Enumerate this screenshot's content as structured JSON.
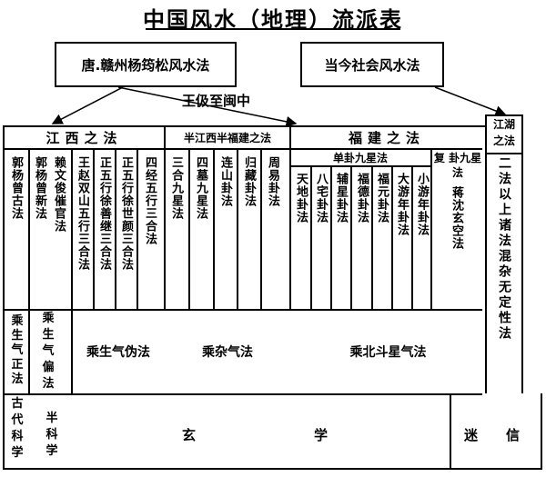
{
  "title": "中国风水（地理）流派表",
  "top_boxes": {
    "tang": "唐.赣州杨筠松风水法",
    "modern": "当今社会风水法"
  },
  "arrow_label": "王伋至闽中",
  "schools": {
    "jiangxi": "江西之法",
    "half": "半江西半福建之法",
    "fujian": "福建之法",
    "jianghu": "江湖之法",
    "danggua": "单卦九星法",
    "fugua": "复 卦九星法"
  },
  "methods": {
    "guopu_old": "郭杨曾古法",
    "guopu_new": "郭杨曾新法",
    "lai": "赖文俊催官法",
    "wang": "王赵双山五行三合法",
    "zheng1": "正五行徐善继三合法",
    "zheng2": "正五行徐世颜三合法",
    "sijing": "四经五行三合法",
    "sanhe": "三合九星法",
    "simu": "四墓九星法",
    "lianshan": "连山卦法",
    "guizang": "归藏卦法",
    "zhouyi": "周易卦法",
    "tiandi": "天地卦法",
    "bazhai": "八宅卦法",
    "fuxing": "辅星卦法",
    "fude": "福德卦法",
    "fuyuan": "福元卦法",
    "dayou": "大游年卦法",
    "xiaoyou": "小游年卦法",
    "jiang": "蒋沈玄空法",
    "jianghu_desc": "二法以上诸法混杂无定性法"
  },
  "qi": {
    "shengqi_zheng": "乘生气正法",
    "shengqi_pian": "乘生气偏法",
    "shengqi_wei": "乘生气伪法",
    "zaqi": "乘杂气法",
    "beidou": "乘北斗星气法"
  },
  "science": {
    "ancient": "古代科学",
    "semi": "半科学",
    "xuan": "玄",
    "xue": "学",
    "mi": "迷",
    "xin": "信"
  }
}
